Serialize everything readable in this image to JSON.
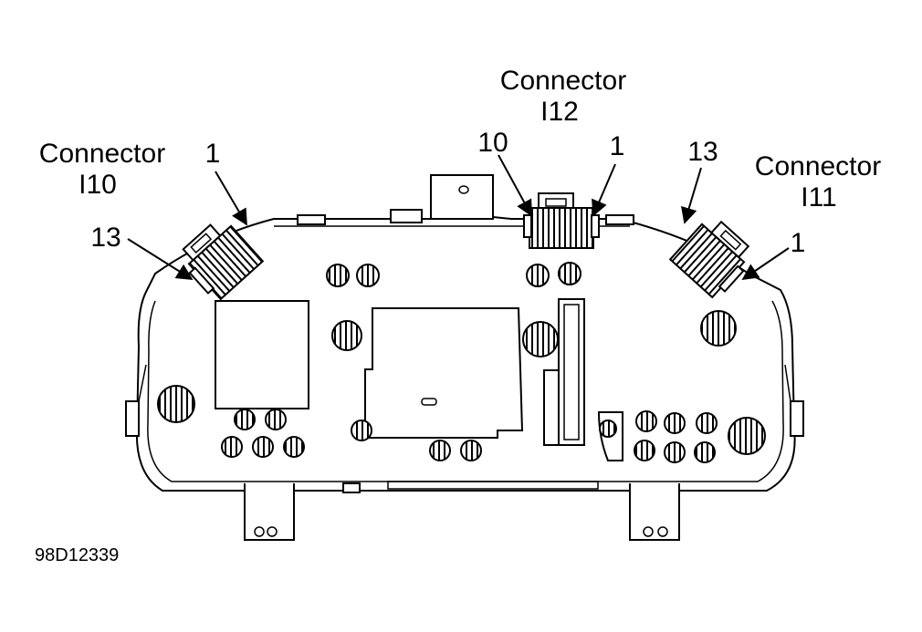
{
  "diagram": {
    "connector_i10": {
      "title": "Connector",
      "id": "I10",
      "pin_top": "1",
      "pin_bottom": "13"
    },
    "connector_i12": {
      "title": "Connector",
      "id": "I12",
      "pin_left": "10",
      "pin_right": "1"
    },
    "connector_i11": {
      "title": "Connector",
      "id": "I11",
      "pin_top": "13",
      "pin_bottom": "1"
    },
    "figure_code": "98D12339"
  }
}
